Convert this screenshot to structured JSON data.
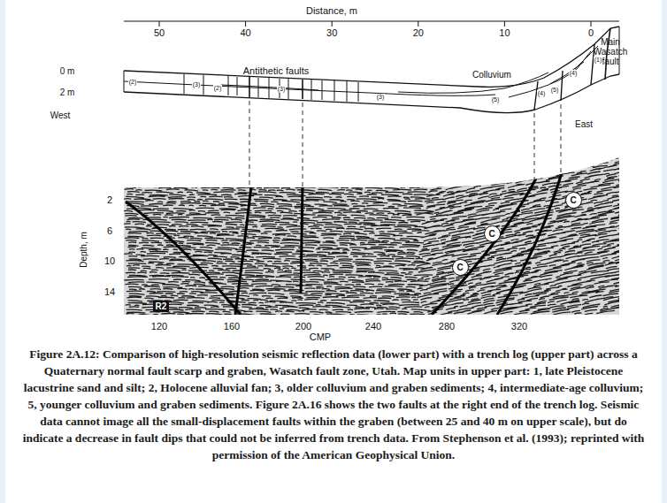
{
  "diagram": {
    "caption": "Figure 2A.12: Comparison of high-resolution seismic reflection data (lower part) with a trench log (upper part) across a Quaternary normal fault scarp and graben, Wasatch fault zone, Utah. Map units in upper part: 1, late Pleistocene lacustrine sand and silt; 2, Holocene alluvial fan; 3, older colluvium and graben sediments; 4, intermediate-age colluvium; 5, younger colluvium and graben sediments. Figure 2A.16 shows the two faults at the right end of the trench log. Seismic data cannot image all the small-displacement faults within the graben (between 25 and 40 m on upper scale), but do indicate a decrease in fault dips that could not be inferred from trench data. From Stephenson et al. (1993); reprinted with permission of the American Geophysical Union.",
    "nodes": [
      {
        "text": [
          "C"
        ]
      },
      {
        "text": [
          "C"
        ]
      },
      {
        "text": [
          "C"
        ]
      }
    ],
    "labels": [
      "Distance, m",
      "50",
      "40",
      "30",
      "20",
      "10",
      "0",
      "Main Wasatch fault",
      "0 m",
      "2 m",
      "Antithetic faults",
      "Colluvium",
      "West",
      "East",
      "(2)",
      "(3)",
      "(2)",
      "(3)",
      "(3)",
      "(5)",
      "(4)",
      "(5)",
      "(4)",
      "(1)",
      "Depth, m",
      "2",
      "6",
      "10",
      "14",
      "R2",
      "120",
      "160",
      "200",
      "240",
      "280",
      "320",
      "CMP"
    ]
  }
}
